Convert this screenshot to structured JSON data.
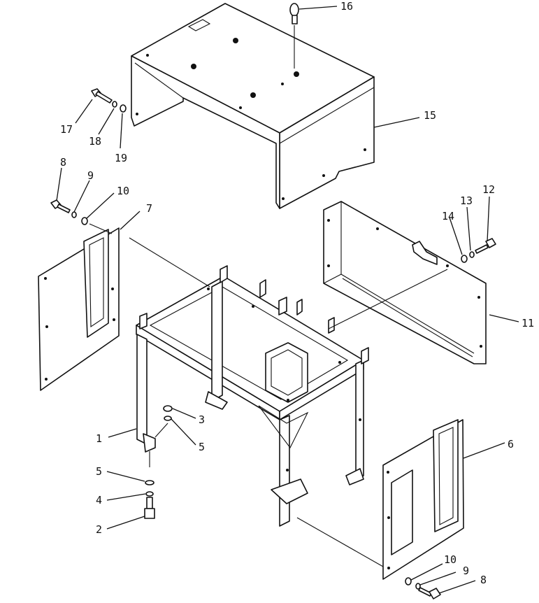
{
  "labels": {
    "p1": "1",
    "p2": "2",
    "p3": "3",
    "p4": "4",
    "p5a": "5",
    "p5b": "5",
    "p6": "6",
    "p7": "7",
    "p8a": "8",
    "p8b": "8",
    "p9a": "9",
    "p9b": "9",
    "p10a": "10",
    "p10b": "10",
    "p11": "11",
    "p12": "12",
    "p13": "13",
    "p14": "14",
    "p15": "15",
    "p16": "16",
    "p17": "17",
    "p18": "18",
    "p19": "19"
  }
}
